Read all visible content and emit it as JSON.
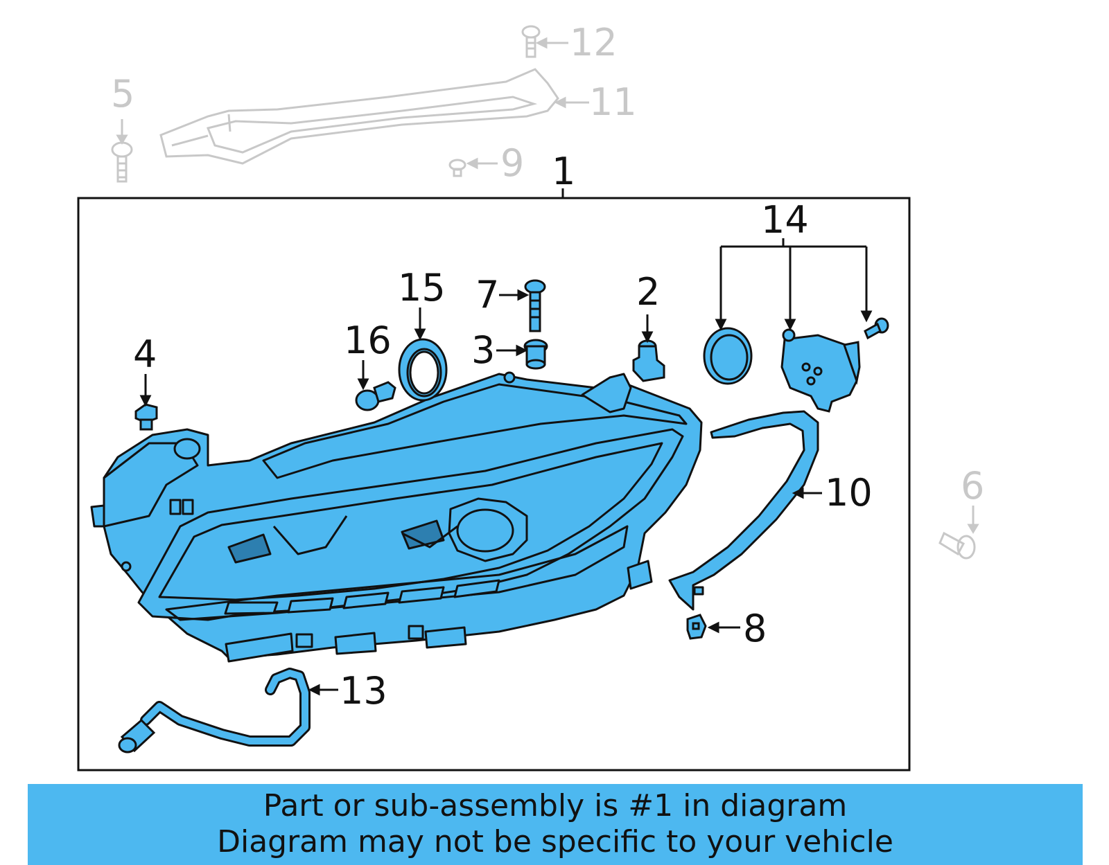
{
  "callouts": {
    "c1": "1",
    "c2": "2",
    "c3": "3",
    "c4": "4",
    "c5": "5",
    "c6": "6",
    "c7": "7",
    "c8": "8",
    "c9": "9",
    "c10": "10",
    "c11": "11",
    "c12": "12",
    "c13": "13",
    "c14": "14",
    "c15": "15",
    "c16": "16"
  },
  "banner": {
    "line1": "Part or sub-assembly is #1 in diagram",
    "line2": "Diagram may not be specific to your vehicle"
  },
  "colors": {
    "part_fill": "#4db8f0",
    "outline": "#111111",
    "dim_part": "#c8c8c8",
    "banner": "#4db8f0"
  }
}
